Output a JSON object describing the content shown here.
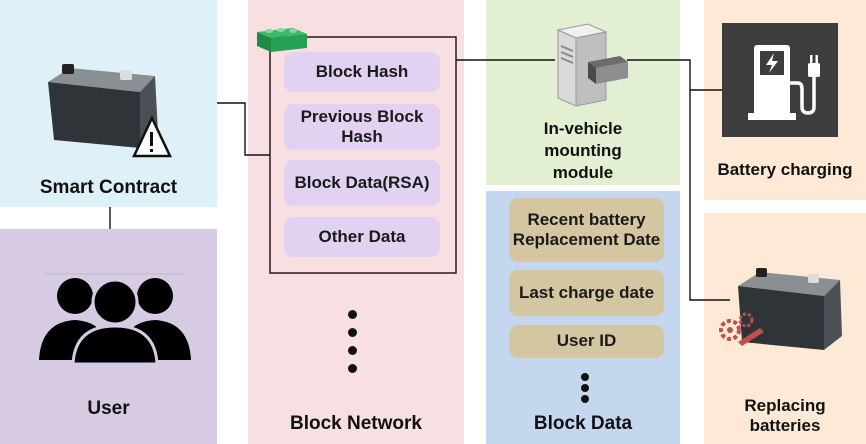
{
  "smart_contract": {
    "label": "Smart Contract",
    "icon": "car-battery-warning-icon"
  },
  "user": {
    "label": "User",
    "icon": "users-group-icon"
  },
  "block_network": {
    "label": "Block Network",
    "fields": [
      "Block Hash",
      "Previous Block Hash",
      "Block Data(RSA)",
      "Other Data"
    ],
    "icon": "block-cube-icon"
  },
  "in_vehicle": {
    "label": "In-vehicle mounting module",
    "icon": "server-module-icon"
  },
  "block_data": {
    "label": "Block Data",
    "fields": [
      "Recent battery Replacement Date",
      "Last charge date",
      "User ID"
    ]
  },
  "battery_charging": {
    "label": "Battery charging",
    "icon": "ev-charger-icon"
  },
  "replacing_batteries": {
    "label": "Replacing batteries",
    "icon": "battery-gears-icon"
  },
  "colors": {
    "smart_contract_bg": "#dff1f8",
    "user_bg": "#d7cbe4",
    "block_network_bg": "#f7dfe2",
    "in_vehicle_bg": "#e3efd2",
    "block_data_bg": "#c5d7ee",
    "charging_bg": "#fde9d6",
    "replacing_bg": "#fde9d6",
    "field_lilac": "#e0d2f0",
    "field_khaki": "#d4c6a0"
  }
}
